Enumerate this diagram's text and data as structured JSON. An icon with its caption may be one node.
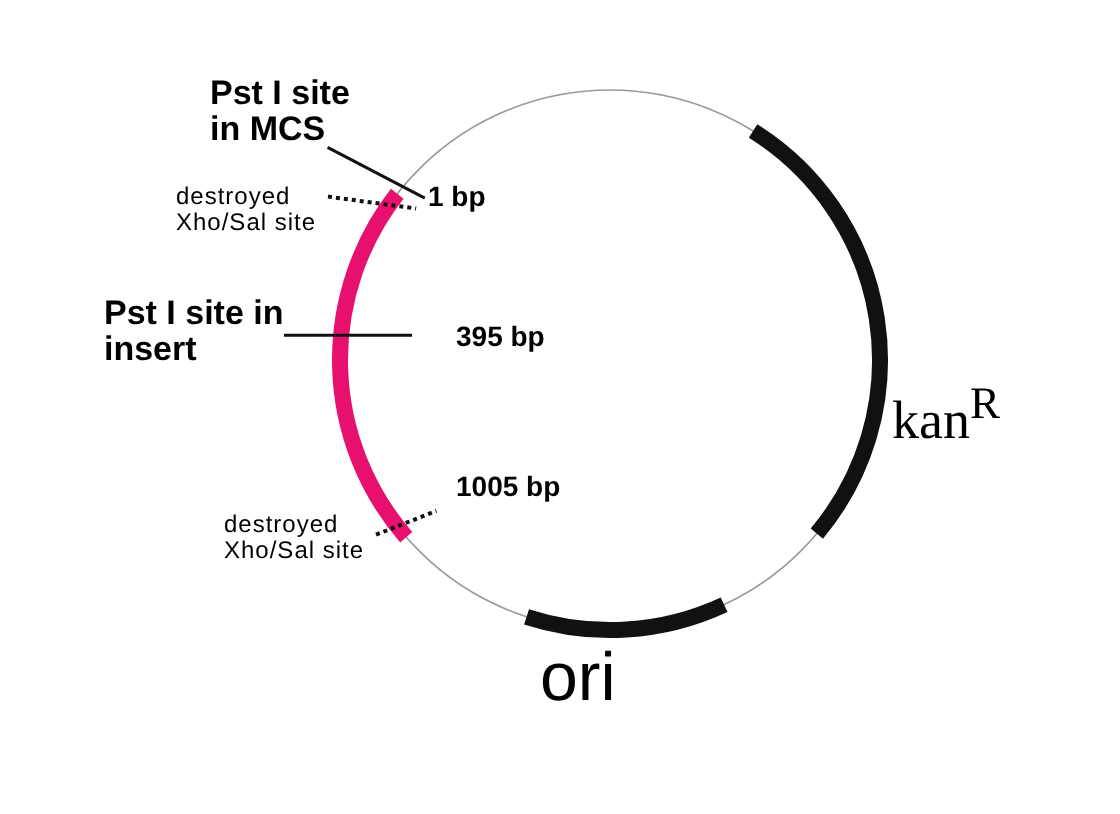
{
  "diagram": {
    "nodes": [
      {
        "text": [
          "Pst I site in MCS"
        ]
      },
      {
        "text": [
          "destroyed Xho/Sal site"
        ]
      },
      {
        "text": [
          "Pst I site in insert"
        ]
      },
      {
        "text": [
          "destroyed Xho/Sal site"
        ]
      },
      {
        "text": [],
        "shape": "arc"
      }
    ],
    "edges": [
      {
        "from": 0,
        "to": 4,
        "arrow": "none"
      },
      {
        "from": 1,
        "to": 4,
        "arrow": "none",
        "style": "dashed"
      },
      {
        "from": 2,
        "to": 4,
        "arrow": "none"
      },
      {
        "from": 3,
        "to": 4,
        "arrow": "none",
        "style": "dashed"
      }
    ],
    "labels": [
      "1 bp",
      "395 bp",
      "1005 bp",
      "kan$^{R}$",
      "ori"
    ]
  }
}
